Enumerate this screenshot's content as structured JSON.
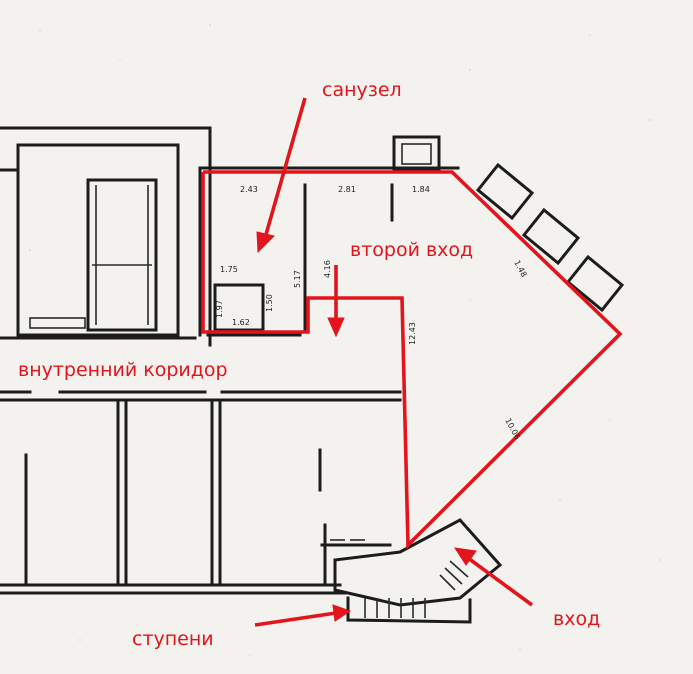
{
  "colors": {
    "accent": "#e3141c",
    "wall": "#1c1c1c",
    "paper": "#f3f2ee"
  },
  "labels": {
    "bathroom": "санузел",
    "second_entrance": "второй вход",
    "inner_corridor": "внутренний коридор",
    "entrance": "вход",
    "steps": "ступени"
  },
  "dimensions": {
    "top_left": "2.43",
    "top_mid": "2.81",
    "top_right": "1.84",
    "bath_top": "1.75",
    "bath_left": "1.97",
    "bath_bottom": "1.62",
    "bath_right": "1.50",
    "partition_a": "5.17",
    "partition_b": "4.16",
    "diagonal_short": "1.48",
    "vertical_long": "12.43",
    "diagonal_long": "10.06"
  }
}
